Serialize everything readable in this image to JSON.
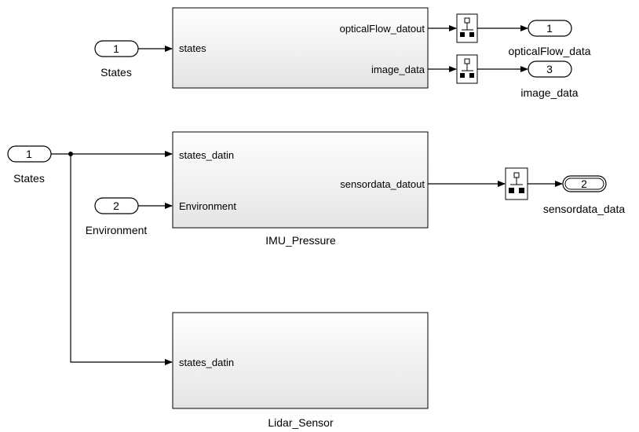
{
  "diagram": {
    "inports": [
      {
        "number": "1",
        "label": "States"
      },
      {
        "number": "1",
        "label": "States"
      },
      {
        "number": "2",
        "label": "Environment"
      }
    ],
    "outports": [
      {
        "number": "1",
        "label": "opticalFlow_data"
      },
      {
        "number": "3",
        "label": "image_data"
      },
      {
        "number": "2",
        "label": "sensordata_data"
      }
    ],
    "subsystems": [
      {
        "name": "",
        "inputs": [
          "states"
        ],
        "outputs": [
          "opticalFlow_datout",
          "image_data"
        ]
      },
      {
        "name": "IMU_Pressure",
        "inputs": [
          "states_datin",
          "Environment"
        ],
        "outputs": [
          "sensordata_datout"
        ]
      },
      {
        "name": "Lidar_Sensor",
        "inputs": [
          "states_datin"
        ],
        "outputs": []
      }
    ],
    "rate_transitions": 3,
    "colors": {
      "line": "#000000",
      "block_fill_top": "#ffffff",
      "block_fill_bottom": "#e6e6e6"
    }
  }
}
